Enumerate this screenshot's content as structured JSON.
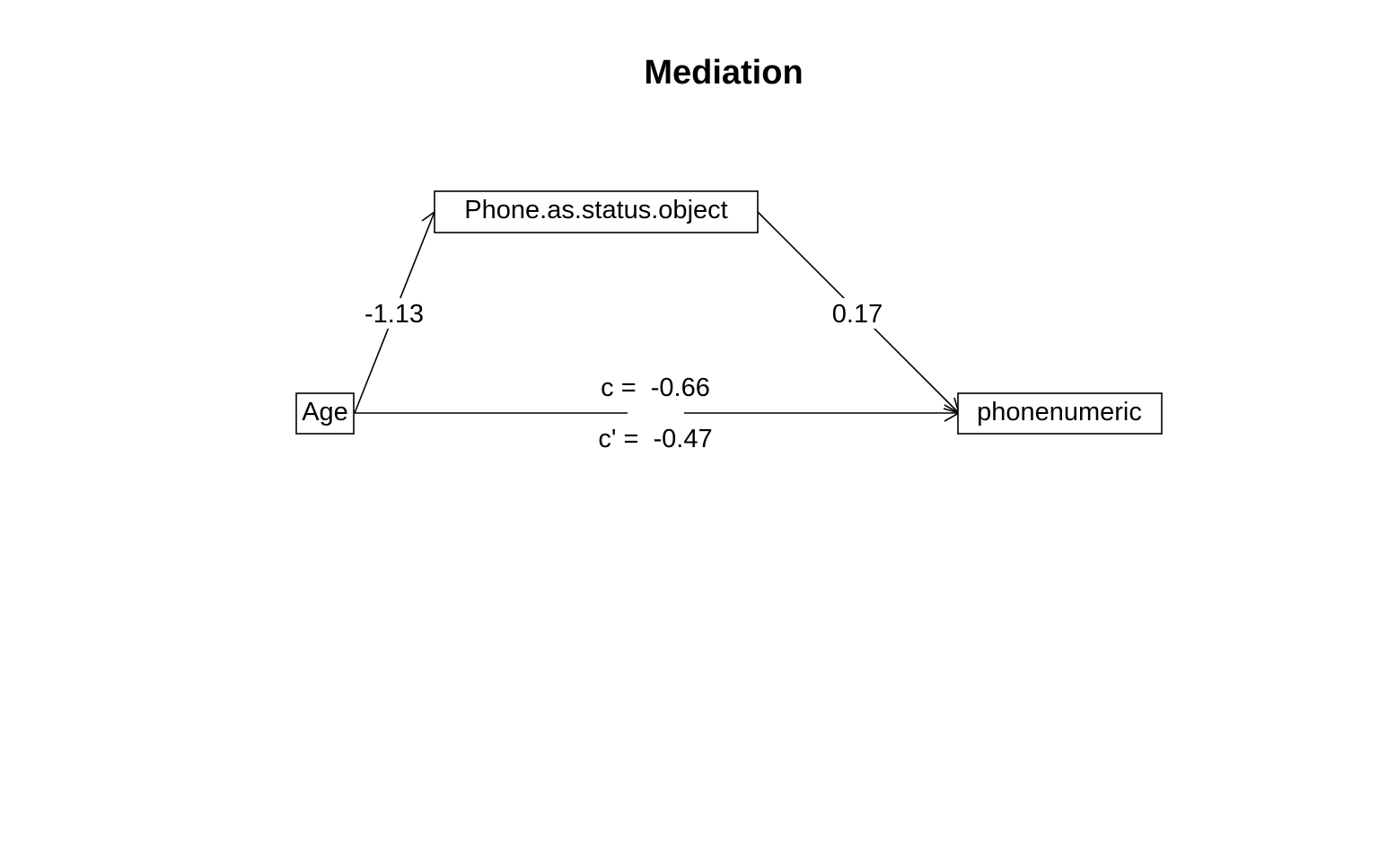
{
  "diagram": {
    "title": "Mediation",
    "nodes": {
      "x": "Age",
      "m": "Phone.as.status.object",
      "y": "phonenumeric"
    },
    "paths": {
      "a": "-1.13",
      "b": "0.17",
      "c": "c =  -0.66",
      "c_prime": "c' =  -0.47"
    },
    "colors": {
      "ink": "#000000",
      "background": "#ffffff"
    }
  }
}
